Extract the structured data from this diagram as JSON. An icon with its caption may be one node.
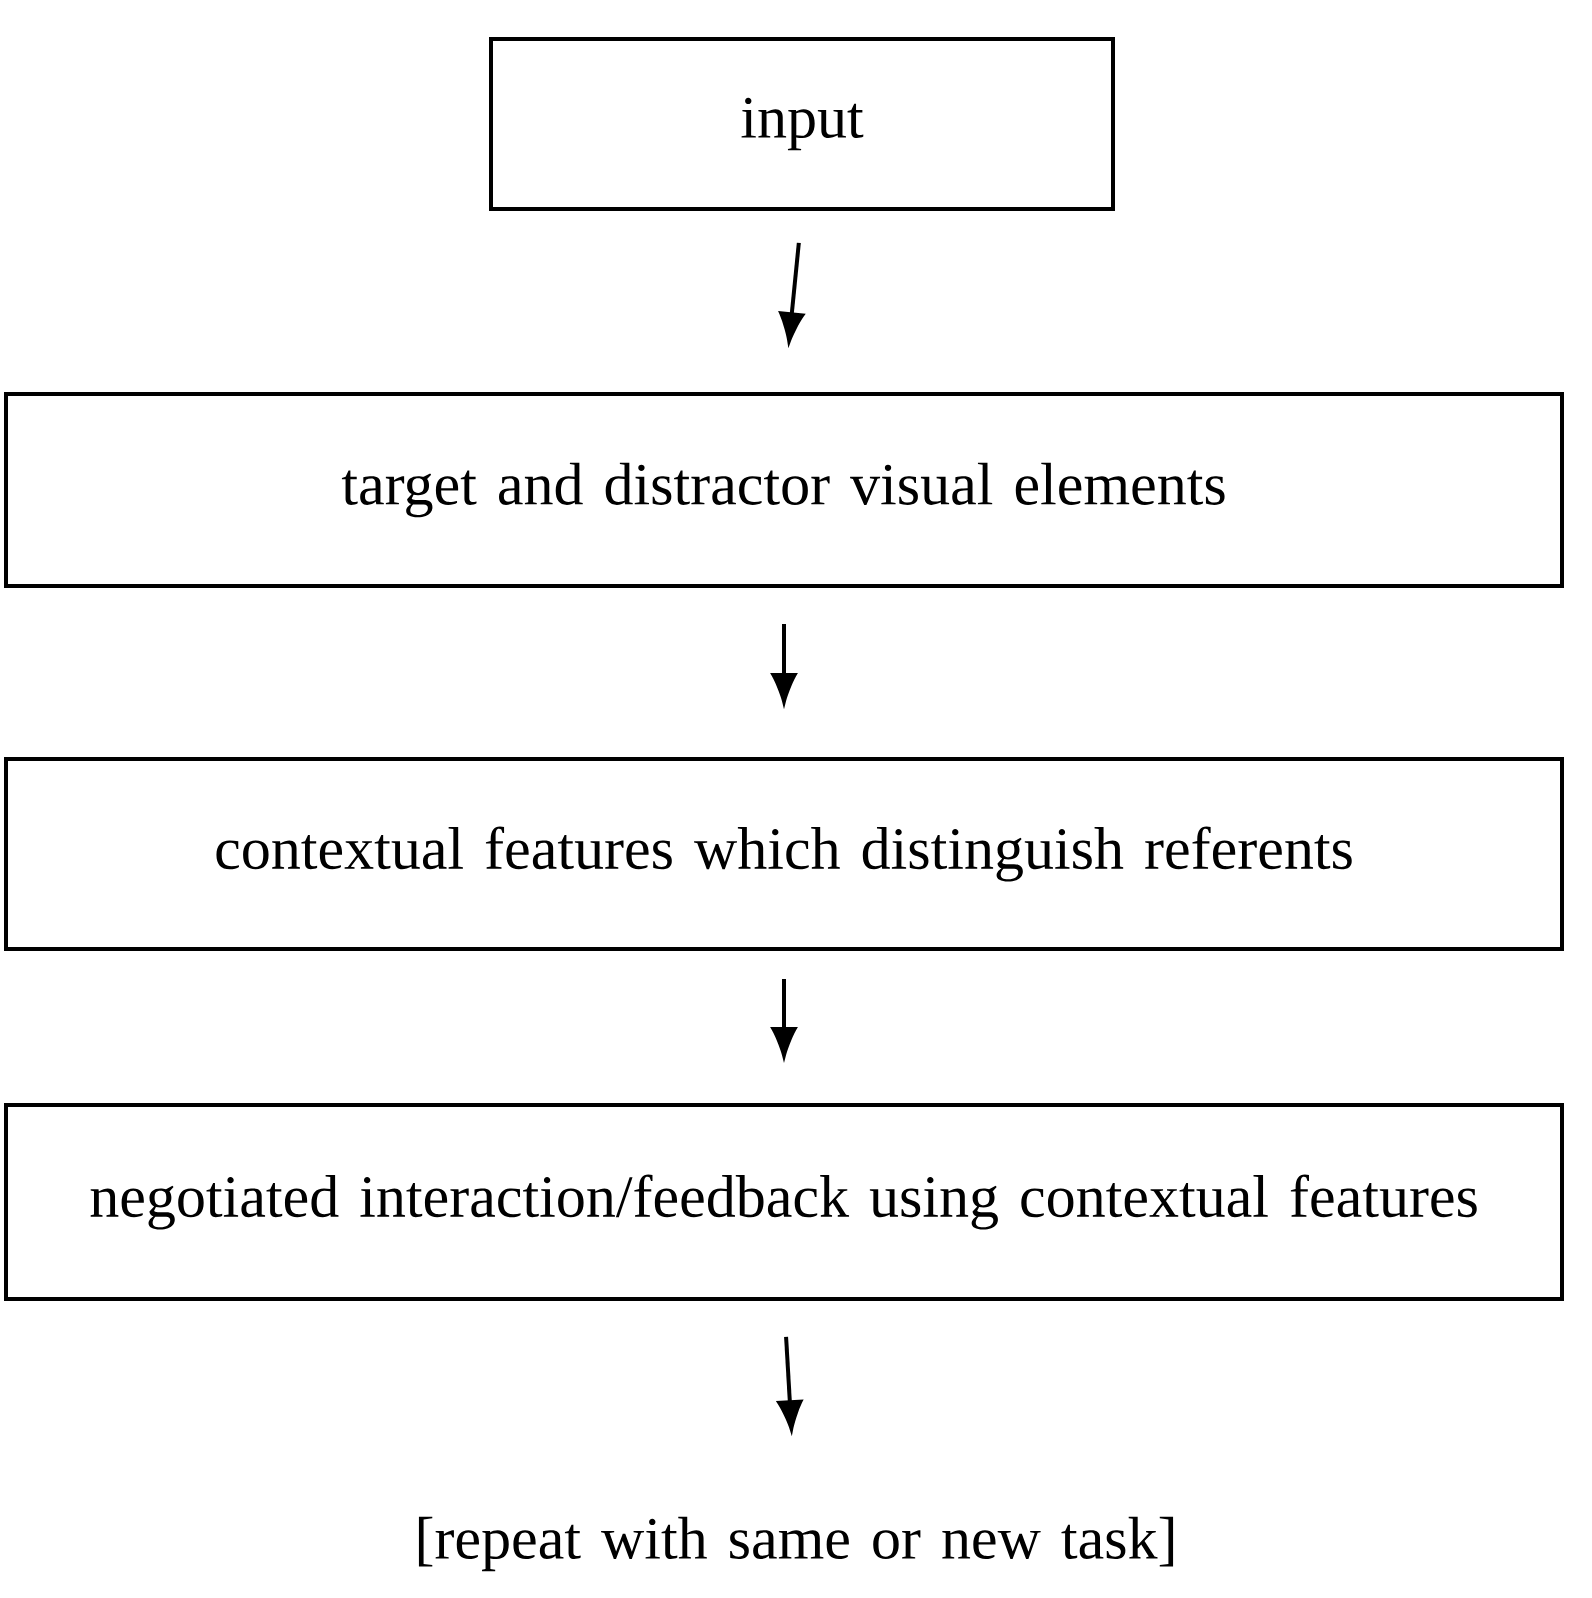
{
  "diagram": {
    "nodes": [
      {
        "text": [
          "input"
        ]
      },
      {
        "text": [
          "target and distractor visual elements"
        ]
      },
      {
        "text": [
          "contextual features which distinguish referents"
        ]
      },
      {
        "text": [
          "negotiated interaction/feedback using contextual features"
        ]
      },
      {
        "text": [
          "[repeat with same or new task]"
        ]
      }
    ],
    "edges": [
      {
        "from": 0,
        "to": 1,
        "arrow": "to"
      },
      {
        "from": 1,
        "to": 2,
        "arrow": "to"
      },
      {
        "from": 2,
        "to": 3,
        "arrow": "to"
      },
      {
        "from": 3,
        "to": 4,
        "arrow": "to"
      }
    ]
  }
}
